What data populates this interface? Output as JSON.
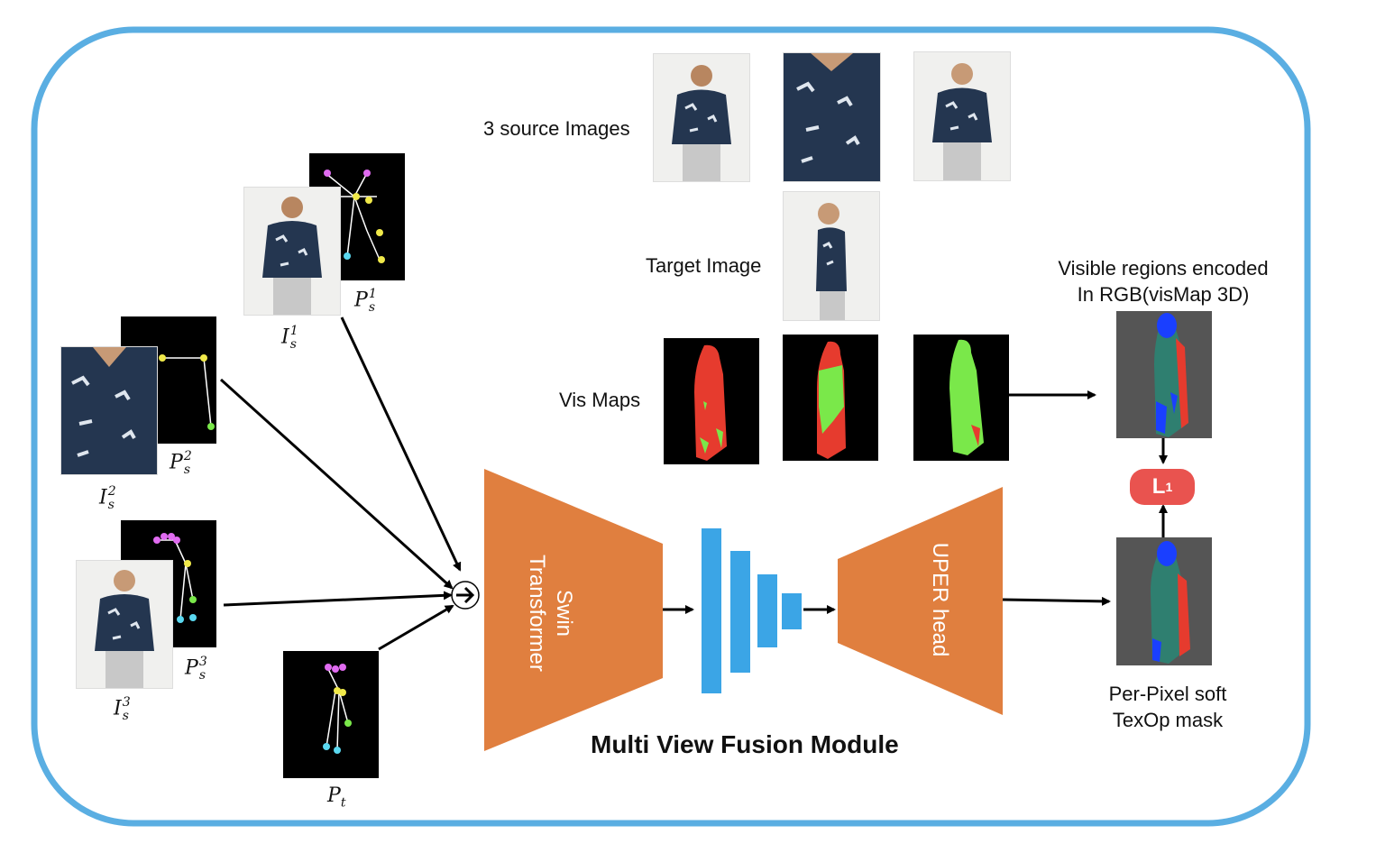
{
  "labels": {
    "source_images": "3 source Images",
    "target_image": "Target Image",
    "vis_maps": "Vis Maps",
    "vismap_line1": "Visible regions encoded",
    "vismap_line2": "In RGB(visMap 3D)",
    "encoder": "Swin Transformer",
    "encoder_line1": "Swin",
    "encoder_line2": "Transformer",
    "decoder": "UPER head",
    "module_title": "Multi View Fusion Module",
    "output_line1": "Per-Pixel soft",
    "output_line2": "TexOp mask",
    "loss_main": "L",
    "loss_sub": "1"
  },
  "math": {
    "i1": {
      "base": "I",
      "sup": "1",
      "sub": "s"
    },
    "p1": {
      "base": "P",
      "sup": "1",
      "sub": "s"
    },
    "i2": {
      "base": "I",
      "sup": "2",
      "sub": "s"
    },
    "p2": {
      "base": "P",
      "sup": "2",
      "sub": "s"
    },
    "i3": {
      "base": "I",
      "sup": "3",
      "sub": "s"
    },
    "p3": {
      "base": "P",
      "sup": "3",
      "sub": "s"
    },
    "pt": {
      "base": "P",
      "sub": "t"
    }
  },
  "colors": {
    "frame": "#5aaee2",
    "orange": "#e07f3f",
    "blue_bars": "#3ba5e6",
    "loss": "#e9534f",
    "shirt": "#243650",
    "vis_red": "#e63b2e",
    "vis_green": "#7ae84a",
    "map_blue": "#1a3fff",
    "map_teal": "#2f7f70"
  }
}
